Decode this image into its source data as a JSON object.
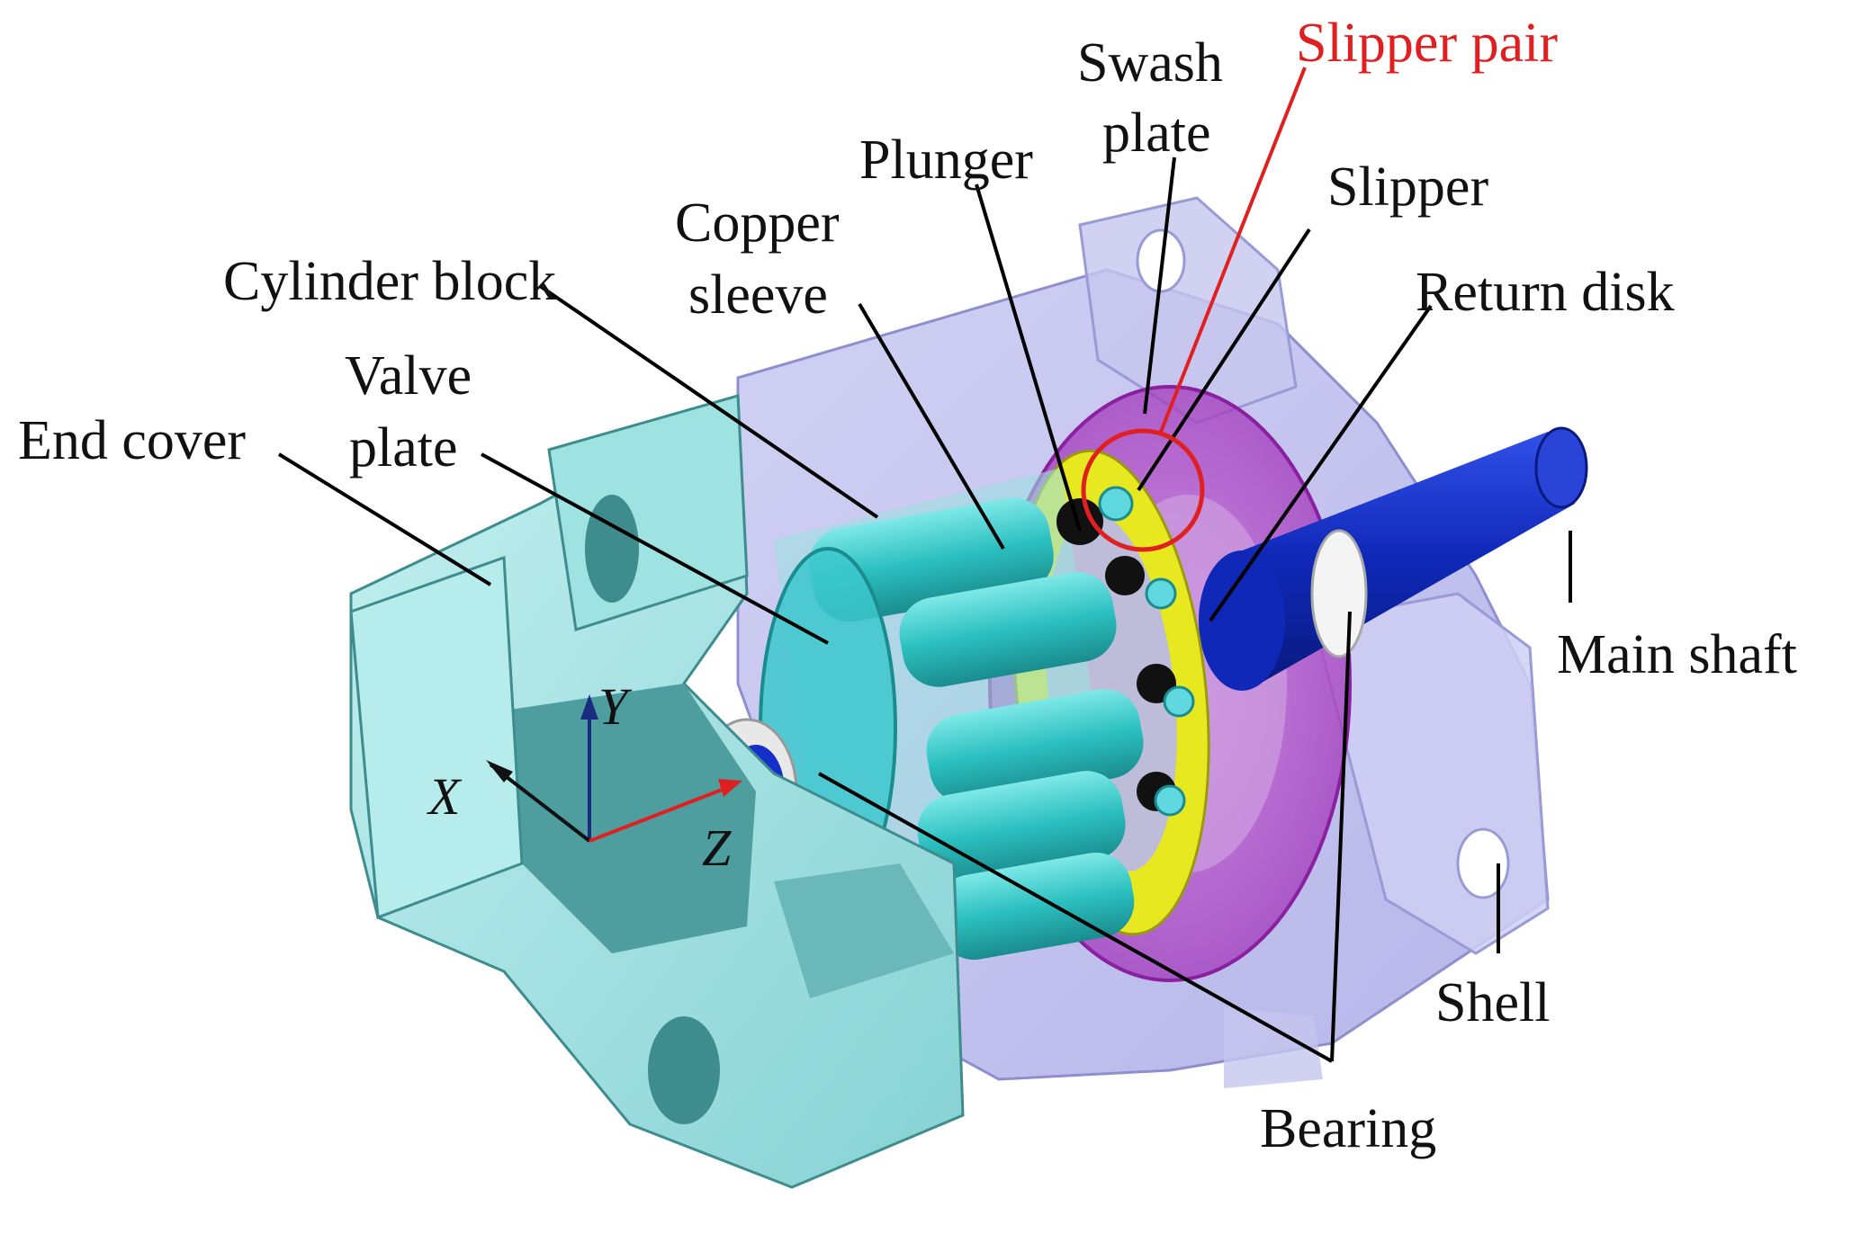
{
  "labels": {
    "end_cover": "End cover",
    "valve_plate_1": "Valve",
    "valve_plate_2": "plate",
    "cylinder_block": "Cylinder block",
    "copper_sleeve_1": "Copper",
    "copper_sleeve_2": "sleeve",
    "plunger": "Plunger",
    "swash_plate_1": "Swash",
    "swash_plate_2": "plate",
    "slipper_pair": "Slipper pair",
    "slipper": "Slipper",
    "return_disk": "Return disk",
    "main_shaft": "Main shaft",
    "shell": "Shell",
    "bearing": "Bearing"
  },
  "axes": {
    "x": "X",
    "y": "Y",
    "z": "Z"
  },
  "colors": {
    "end_cover": "#a9e6e6",
    "end_cover_shade": "#4e9ea0",
    "shell": "#b8b8ee",
    "swash_plate": "#b040c8",
    "cylinder_block": "#2ec2c2",
    "return_disk": "#e8e820",
    "main_shaft": "#1530c8",
    "highlight": "#e02020"
  }
}
